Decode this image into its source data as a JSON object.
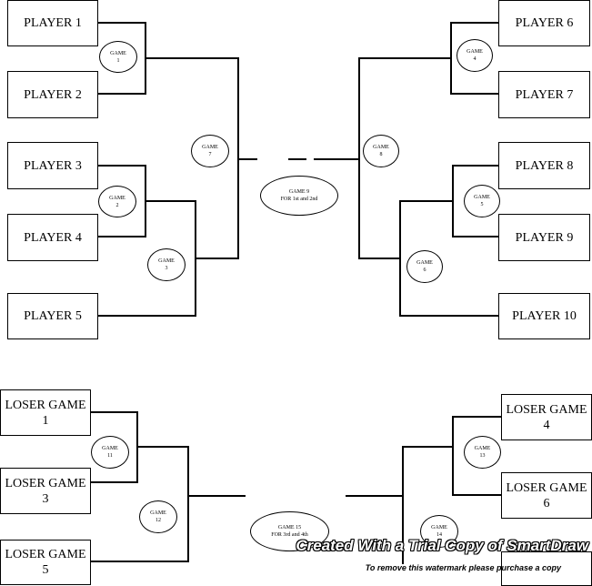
{
  "players": {
    "p1": "PLAYER 1",
    "p2": "PLAYER 2",
    "p3": "PLAYER 3",
    "p4": "PLAYER 4",
    "p5": "PLAYER 5",
    "p6": "PLAYER 6",
    "p7": "PLAYER 7",
    "p8": "PLAYER 8",
    "p9": "PLAYER 9",
    "p10": "PLAYER 10"
  },
  "losers": {
    "l1a": "LOSER GAME",
    "l1b": "1",
    "l3a": "LOSER GAME",
    "l3b": "3",
    "l5a": "LOSER GAME",
    "l5b": "5",
    "l4a": "LOSER GAME",
    "l4b": "4",
    "l6a": "LOSER GAME",
    "l6b": "6"
  },
  "games": {
    "g1a": "GAME",
    "g1b": "1",
    "g2a": "GAME",
    "g2b": "2",
    "g3a": "GAME",
    "g3b": "3",
    "g4a": "GAME",
    "g4b": "4",
    "g5a": "GAME",
    "g5b": "5",
    "g6a": "GAME",
    "g6b": "6",
    "g7a": "GAME",
    "g7b": "7",
    "g8a": "GAME",
    "g8b": "8",
    "g9a": "GAME 9",
    "g9b": "FOR 1st and 2nd",
    "g11a": "GAME",
    "g11b": "11",
    "g12a": "GAME",
    "g12b": "12",
    "g13a": "GAME",
    "g13b": "13",
    "g14a": "GAME",
    "g14b": "14",
    "g15a": "GAME 15",
    "g15b": "FOR 3rd and 4th"
  },
  "watermark": {
    "line1": "Created With a Trial Copy of SmartDraw",
    "line2": "To remove this watermark please purchase a copy"
  }
}
